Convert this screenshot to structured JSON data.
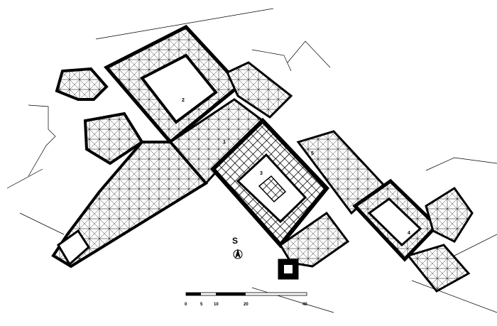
{
  "rooms": [
    {
      "number": "2"
    },
    {
      "number": "1"
    },
    {
      "number": "3"
    },
    {
      "number": "4"
    },
    {
      "number": "5"
    }
  ],
  "north_arrow": {
    "letter": "S"
  },
  "scale_bar": {
    "ticks": [
      "0",
      "5",
      "10",
      "20",
      "40"
    ]
  },
  "colors": {
    "ink": "#000000",
    "paper": "#ffffff"
  }
}
